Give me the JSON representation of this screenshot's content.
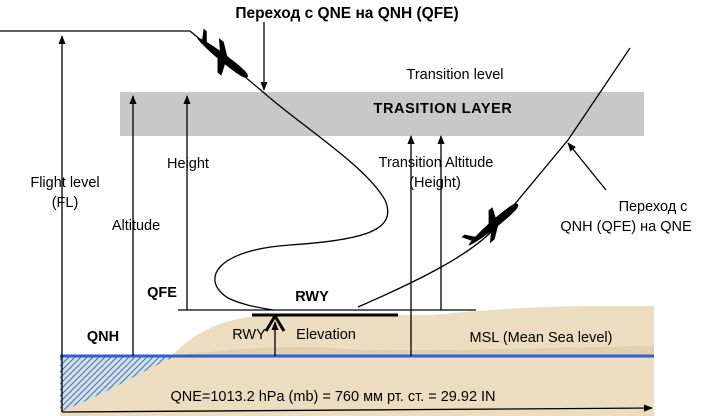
{
  "title": "Переход с QNE на QNH (QFE)",
  "labels": {
    "transition_level": "Transition level",
    "transition_layer": "TRASITION LAYER",
    "height": "Height",
    "transition_altitude_line1": "Transition Altitude",
    "transition_altitude_line2": "(Height)",
    "flight_level_line1": "Flight level",
    "flight_level_line2": "(FL)",
    "altitude": "Altitude",
    "qfe": "QFE",
    "rwy_top": "RWY",
    "rwy_bottom": "RWY",
    "elevation": "Elevation",
    "qnh": "QNH",
    "msl": "MSL (Mean Sea level)",
    "switch_line1": "Переход с",
    "switch_line2": "QNH (QFE) на QNE",
    "standard_pressure": "QNE=1013.2 hPa (mb) = 760 мм рт. ст. = 29.92 IN"
  },
  "colors": {
    "layer_band": "#c8c8c8",
    "ground": "#ecdcc0",
    "ground_shadow": "#dcc6a2",
    "sea_line": "#2f5fd0",
    "water": "#cfe0ee",
    "water_pattern": "#4a6fa8",
    "line": "#000000"
  },
  "icons": {
    "aircraft_descending": "airplane-icon",
    "aircraft_climbing": "airplane-icon"
  }
}
